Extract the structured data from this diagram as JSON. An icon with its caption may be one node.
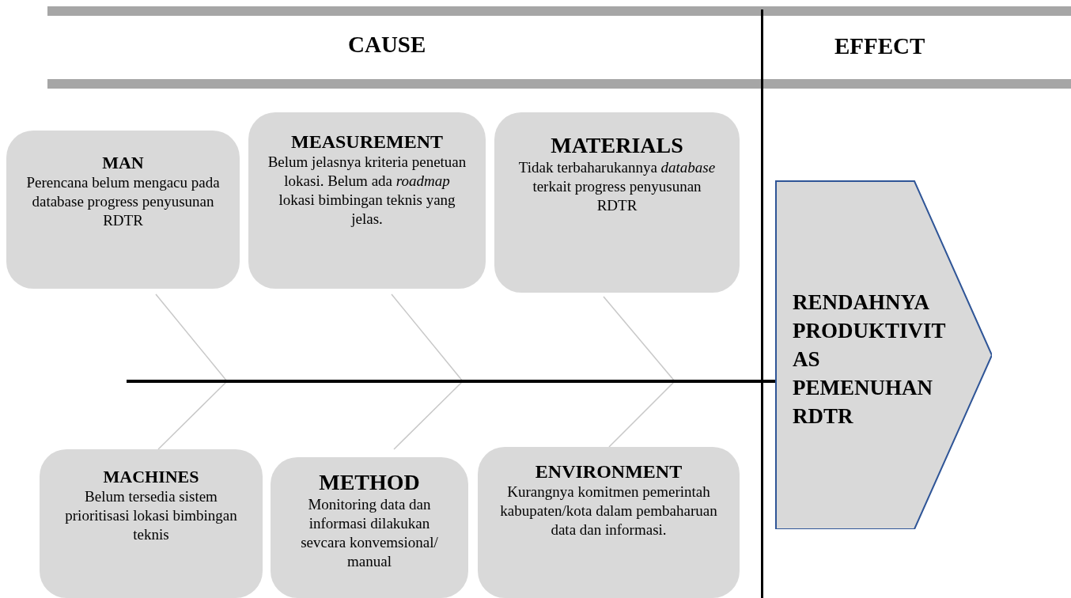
{
  "diagram": {
    "nodes": [
      {
        "text": [
          "MAN",
          "Perencana belum mengacu pada database progress penyusunan RDTR"
        ]
      },
      {
        "text": [
          "MEASUREMENT",
          "Belum jelasnya kriteria penetuan lokasi. Belum ada *roadmap* lokasi bimbingan teknis yang jelas."
        ]
      },
      {
        "text": [
          "MATERIALS",
          "Tidak terbaharukannya *database* terkait progress penyusunan RDTR"
        ]
      },
      {
        "text": [
          "MACHINES",
          "Belum tersedia sistem prioritisasi lokasi bimbingan teknis"
        ]
      },
      {
        "text": [
          "METHOD",
          "Monitoring data dan informasi dilakukan sevcara konvemsional/ manual"
        ]
      },
      {
        "text": [
          "ENVIRONMENT",
          "Kurangnya komitmen pemerintah kabupaten/kota dalam pembaharuan data dan informasi."
        ]
      },
      {
        "text": [
          "RENDAHNYA PRODUKTIVITAS PEMENUHAN RDTR"
        ]
      }
    ],
    "edges": [
      {
        "from": 0,
        "to": null,
        "arrow": "none",
        "color": "#c8c8c8"
      },
      {
        "from": 1,
        "to": null,
        "arrow": "none",
        "color": "#c8c8c8"
      },
      {
        "from": 2,
        "to": null,
        "arrow": "none",
        "color": "#c8c8c8"
      },
      {
        "from": 3,
        "to": null,
        "arrow": "none",
        "color": "#c8c8c8"
      },
      {
        "from": 4,
        "to": null,
        "arrow": "none",
        "color": "#c8c8c8"
      },
      {
        "from": 5,
        "to": null,
        "arrow": "none",
        "color": "#c8c8c8"
      },
      {
        "from": null,
        "to": 6,
        "arrow": "none",
        "style": "thick",
        "color": "#000000"
      }
    ],
    "labels": [
      "CAUSE",
      "EFFECT"
    ]
  }
}
